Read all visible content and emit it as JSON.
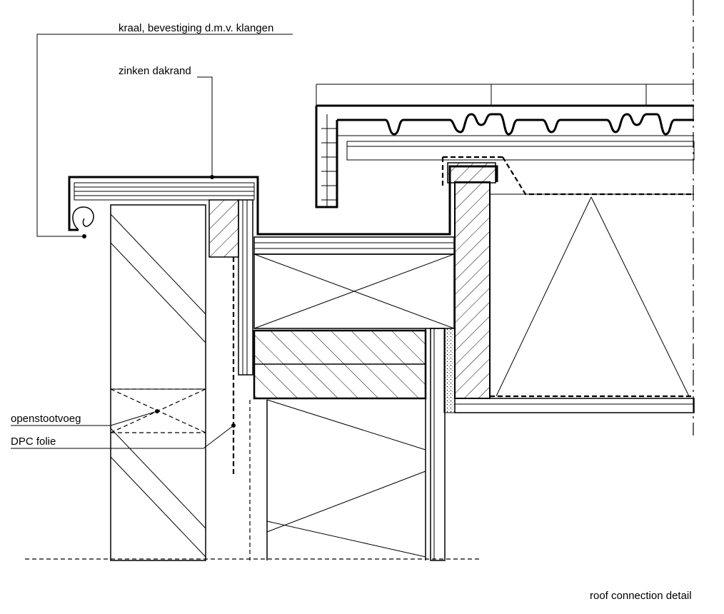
{
  "labels": {
    "kraal": "kraal, bevestiging d.m.v. klangen",
    "zinken": "zinken dakrand",
    "openstootvoeg": "openstootvoeg",
    "dpc": "DPC folie",
    "caption": "roof connection detail"
  }
}
